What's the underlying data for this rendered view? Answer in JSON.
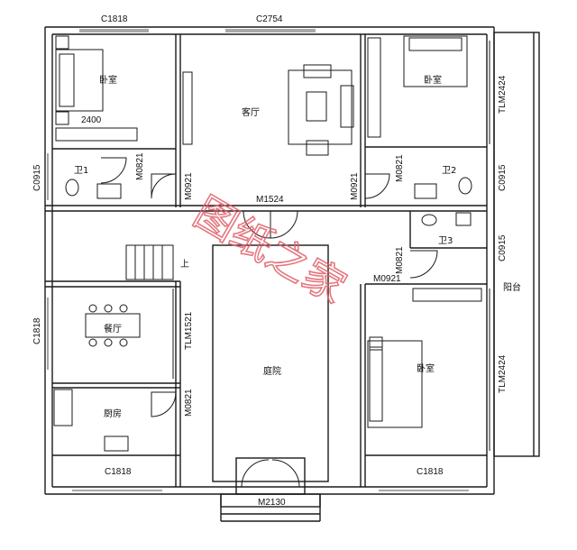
{
  "rooms": {
    "bedroom_nw": "卧室",
    "living_room": "客厅",
    "bedroom_ne": "卧室",
    "bath_1": "卫1",
    "bath_2": "卫2",
    "bath_3": "卫3",
    "dining": "餐厅",
    "kitchen": "厨房",
    "courtyard": "庭院",
    "bedroom_se": "卧室",
    "balcony": "阳台",
    "stair_up": "上"
  },
  "codes": {
    "c1818_top": "C1818",
    "c2754": "C2754",
    "dim_2400": "2400",
    "c0915_left": "C0915",
    "m0821_bath1": "M0821",
    "m0921_left": "M0921",
    "m1524": "M1524",
    "m0921_right": "M0921",
    "m0821_bath2": "M0821",
    "c0915_right_top": "C0915",
    "tlm2424_top": "TLM2424",
    "c0915_right_mid": "C0915",
    "m0921_bed": "M0921",
    "m0821_bath3": "M0821",
    "c1818_left": "C1818",
    "tlm1521": "TLM1521",
    "m0821_kitchen": "M0821",
    "tlm2424_bottom": "TLM2424",
    "c1818_bottom_left": "C1818",
    "c1818_bottom_right": "C1818",
    "m2130": "M2130"
  },
  "watermark": "图纸之家",
  "colors": {
    "wall": "#1a1a1a",
    "watermark": "#e0606a",
    "background": "#ffffff"
  }
}
